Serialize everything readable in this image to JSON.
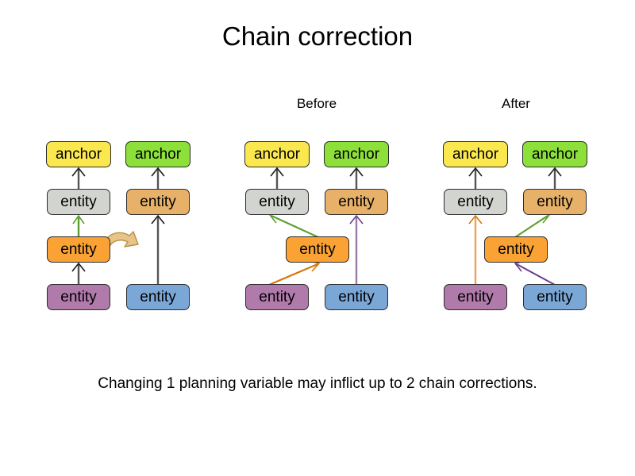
{
  "slide": {
    "title": "Chain correction",
    "caption": "Changing 1 planning variable may inflict up to 2 chain corrections.",
    "labels": {
      "before": "Before",
      "after": "After"
    }
  },
  "node_labels": {
    "anchor": "anchor",
    "entity": "entity"
  },
  "colors": {
    "anchor_yellow": "#fbe84f",
    "anchor_green": "#8ce039",
    "entity_gray": "#d2d4d0",
    "entity_tan": "#e8b169",
    "entity_orange": "#faa334",
    "entity_purple": "#b07aab",
    "entity_blue": "#7ba7d7",
    "edge_default": "#555555",
    "edge_green": "#5aa02c",
    "edge_orange": "#d4760a",
    "edge_violet": "#6b3d8f",
    "edge_purple_light": "#9b7aa8",
    "edge_orange_light": "#e8a45c",
    "move_arrow": "#e8c48a",
    "move_arrow_stroke": "#b8913f"
  },
  "panels": [
    {
      "name": "initial",
      "label": "",
      "nodes": [
        {
          "id": "p1-anchor-left",
          "label": "anchor",
          "color": "anchor_yellow"
        },
        {
          "id": "p1-anchor-right",
          "label": "anchor",
          "color": "anchor_green"
        },
        {
          "id": "p1-entity-gray",
          "label": "entity",
          "color": "entity_gray"
        },
        {
          "id": "p1-entity-tan",
          "label": "entity",
          "color": "entity_tan"
        },
        {
          "id": "p1-entity-orange",
          "label": "entity",
          "color": "entity_orange"
        },
        {
          "id": "p1-entity-purple",
          "label": "entity",
          "color": "entity_purple"
        },
        {
          "id": "p1-entity-blue",
          "label": "entity",
          "color": "entity_blue"
        }
      ],
      "edges": [
        {
          "from": "p1-entity-gray",
          "to": "p1-anchor-left",
          "color": "edge_default"
        },
        {
          "from": "p1-entity-tan",
          "to": "p1-anchor-right",
          "color": "edge_default"
        },
        {
          "from": "p1-entity-orange",
          "to": "p1-entity-gray",
          "color": "edge_green"
        },
        {
          "from": "p1-entity-purple",
          "to": "p1-entity-orange",
          "color": "edge_default"
        },
        {
          "from": "p1-entity-blue",
          "to": "p1-entity-tan",
          "color": "edge_default"
        }
      ],
      "move_arrow": {
        "from": "p1-entity-orange",
        "direction": "right"
      }
    },
    {
      "name": "before",
      "label": "Before",
      "nodes": [
        {
          "id": "p2-anchor-left",
          "label": "anchor",
          "color": "anchor_yellow"
        },
        {
          "id": "p2-anchor-right",
          "label": "anchor",
          "color": "anchor_green"
        },
        {
          "id": "p2-entity-gray",
          "label": "entity",
          "color": "entity_gray"
        },
        {
          "id": "p2-entity-tan",
          "label": "entity",
          "color": "entity_tan"
        },
        {
          "id": "p2-entity-orange",
          "label": "entity",
          "color": "entity_orange"
        },
        {
          "id": "p2-entity-purple",
          "label": "entity",
          "color": "entity_purple"
        },
        {
          "id": "p2-entity-blue",
          "label": "entity",
          "color": "entity_blue"
        }
      ],
      "edges": [
        {
          "from": "p2-entity-gray",
          "to": "p2-anchor-left",
          "color": "edge_default"
        },
        {
          "from": "p2-entity-tan",
          "to": "p2-anchor-right",
          "color": "edge_default"
        },
        {
          "from": "p2-entity-orange",
          "to": "p2-entity-gray",
          "color": "edge_green"
        },
        {
          "from": "p2-entity-purple",
          "to": "p2-entity-orange",
          "color": "edge_orange"
        },
        {
          "from": "p2-entity-blue",
          "to": "p2-entity-tan",
          "color": "edge_purple_light"
        }
      ]
    },
    {
      "name": "after",
      "label": "After",
      "nodes": [
        {
          "id": "p3-anchor-left",
          "label": "anchor",
          "color": "anchor_yellow"
        },
        {
          "id": "p3-anchor-right",
          "label": "anchor",
          "color": "anchor_green"
        },
        {
          "id": "p3-entity-gray",
          "label": "entity",
          "color": "entity_gray"
        },
        {
          "id": "p3-entity-tan",
          "label": "entity",
          "color": "entity_tan"
        },
        {
          "id": "p3-entity-orange",
          "label": "entity",
          "color": "entity_orange"
        },
        {
          "id": "p3-entity-purple",
          "label": "entity",
          "color": "entity_purple"
        },
        {
          "id": "p3-entity-blue",
          "label": "entity",
          "color": "entity_blue"
        }
      ],
      "edges": [
        {
          "from": "p3-entity-gray",
          "to": "p3-anchor-left",
          "color": "edge_default"
        },
        {
          "from": "p3-entity-tan",
          "to": "p3-anchor-right",
          "color": "edge_default"
        },
        {
          "from": "p3-entity-purple",
          "to": "p3-entity-gray",
          "color": "edge_orange_light"
        },
        {
          "from": "p3-entity-orange",
          "to": "p3-entity-tan",
          "color": "edge_green"
        },
        {
          "from": "p3-entity-blue",
          "to": "p3-entity-orange",
          "color": "edge_violet"
        }
      ]
    }
  ]
}
